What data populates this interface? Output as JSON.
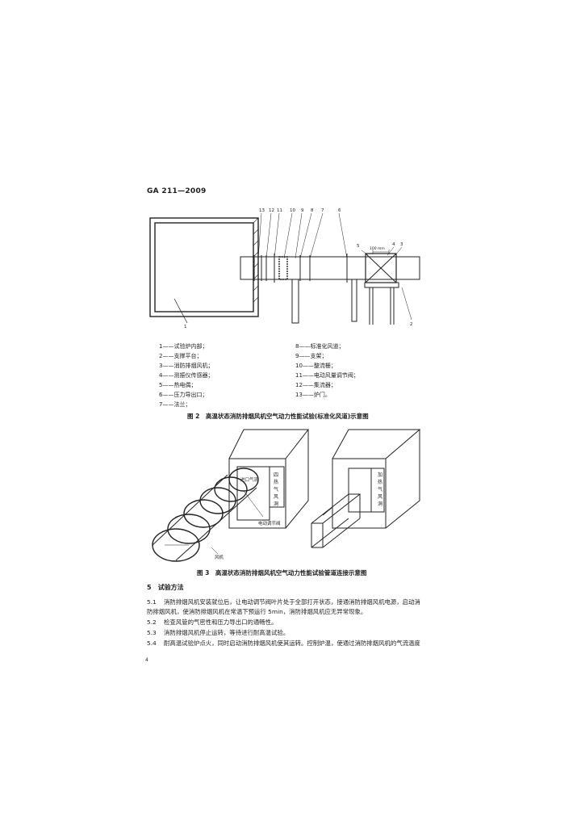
{
  "header": {
    "standard_no": "GA 211—2009"
  },
  "figure2": {
    "callouts": [
      "13",
      "12",
      "11",
      "10",
      "9",
      "8",
      "7",
      "6",
      "5",
      "4",
      "3",
      "2",
      "1"
    ],
    "dimension_label": "100 mm",
    "legend_left": [
      "1——试验炉内部；",
      "2——支撑平台；",
      "3——消防排烟风机；",
      "4——测振仪传感器；",
      "5——热电偶；",
      "6——压力导出口；",
      "7——法兰；"
    ],
    "legend_right": [
      "8——标准化风道；",
      "9——支架；",
      "10——整流栅；",
      "11——电动风量调节阀；",
      "12——集流器；",
      "13——炉门。"
    ],
    "caption": "图 2　高温状态消防排烟风机空气动力性能试验(标准化风道)示意图"
  },
  "figure3": {
    "label_left_box": "四热气风洞",
    "label_tube": "进口气流",
    "label_valve": "电动调节阀",
    "label_fan": "风机",
    "label_right_box": "加热气风洞",
    "caption": "图 3　高温状态消防排烟风机空气动力性能试验管道连接示意图"
  },
  "section5": {
    "heading": "5　试验方法",
    "paragraphs": [
      {
        "num": "5.1",
        "line1": "消防排烟风机安装就位后，让电动调节阀叶片处于全部打开状态，接通消防排烟风机电源，启动消",
        "line2": "防排烟风机，使消防排烟风机在常温下预运行 5min，消防排烟风机应无异常现象。"
      },
      {
        "num": "5.2",
        "line1": "检查风管的气密性和压力导出口的通畅性。"
      },
      {
        "num": "5.3",
        "line1": "消防排烟风机停止运转，等待进行耐高温试验。"
      },
      {
        "num": "5.4",
        "line1": "耐高温试验炉点火，同时启动消防排烟风机使其运转。控制炉温，使通过消防排烟风机的气流温度"
      }
    ]
  },
  "page_number": "4"
}
